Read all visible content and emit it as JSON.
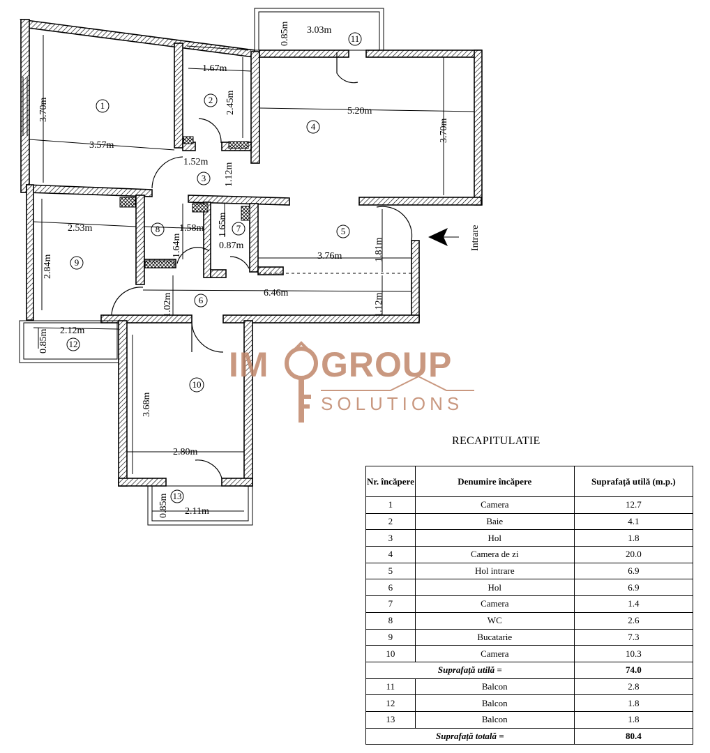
{
  "plan": {
    "rooms": [
      {
        "num": "1"
      },
      {
        "num": "2"
      },
      {
        "num": "3"
      },
      {
        "num": "4"
      },
      {
        "num": "5"
      },
      {
        "num": "6"
      },
      {
        "num": "7"
      },
      {
        "num": "8"
      },
      {
        "num": "9"
      },
      {
        "num": "10"
      },
      {
        "num": "11"
      },
      {
        "num": "12"
      },
      {
        "num": "13"
      }
    ],
    "dims": [
      "3.70m",
      "3.57m",
      "1.67m",
      "2.45m",
      "1.52m",
      "1.12m",
      "0.85m",
      "3.03m",
      "5.20m",
      "3.70m",
      "2.53m",
      "1.58m",
      "1.64m",
      "1.65m",
      "0.87m",
      "2.84m",
      "3.76m",
      "1.81m",
      "6.46m",
      "1.02m",
      "1.12m",
      "2.12m",
      "0.85m",
      "3.68m",
      "2.80m",
      "0.85m",
      "2.11m"
    ],
    "entrance_label": "Intrare"
  },
  "logo": {
    "line1_a": "IM",
    "line1_b": "GROUP",
    "line2": "SOLUTIONS"
  },
  "colors": {
    "logo": "#c0876a",
    "wall": "#000000"
  },
  "recap": {
    "title": "RECAPITULATIE",
    "headers": {
      "nr": "Nr. încăpere",
      "name": "Denumire încăpere",
      "area": "Suprafață utilă (m.p.)"
    },
    "rows": [
      {
        "nr": "1",
        "name": "Camera",
        "area": "12.7"
      },
      {
        "nr": "2",
        "name": "Baie",
        "area": "4.1"
      },
      {
        "nr": "3",
        "name": "Hol",
        "area": "1.8"
      },
      {
        "nr": "4",
        "name": "Camera de zi",
        "area": "20.0"
      },
      {
        "nr": "5",
        "name": "Hol intrare",
        "area": "6.9"
      },
      {
        "nr": "6",
        "name": "Hol",
        "area": "6.9"
      },
      {
        "nr": "7",
        "name": "Camera",
        "area": "1.4"
      },
      {
        "nr": "8",
        "name": "WC",
        "area": "2.6"
      },
      {
        "nr": "9",
        "name": "Bucatarie",
        "area": "7.3"
      },
      {
        "nr": "10",
        "name": "Camera",
        "area": "10.3"
      }
    ],
    "useful_total": {
      "label": "Suprafață utilă =",
      "value": "74.0"
    },
    "balconies": [
      {
        "nr": "11",
        "name": "Balcon",
        "area": "2.8"
      },
      {
        "nr": "12",
        "name": "Balcon",
        "area": "1.8"
      },
      {
        "nr": "13",
        "name": "Balcon",
        "area": "1.8"
      }
    ],
    "grand_total": {
      "label": "Suprafață totală =",
      "value": "80.4"
    }
  }
}
